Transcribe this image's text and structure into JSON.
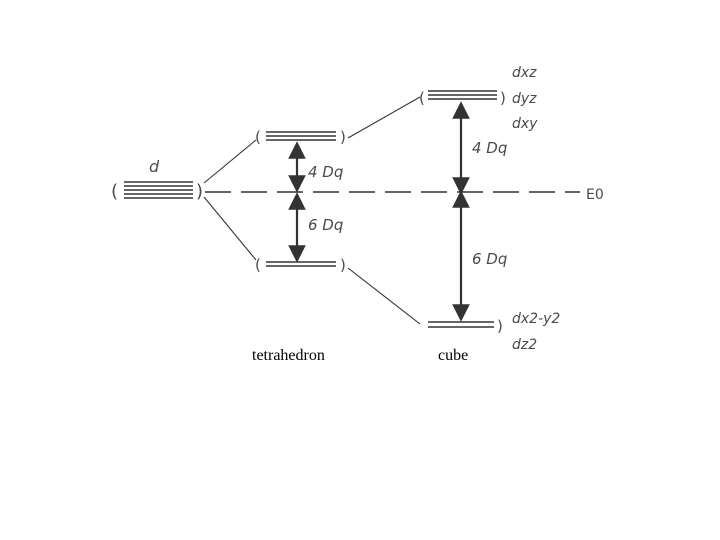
{
  "diagram": {
    "free_ion_label": "d",
    "tetrahedron": {
      "upper_gap": "4 Dq",
      "lower_gap": "6 Dq"
    },
    "cube": {
      "upper_gap": "4 Dq",
      "lower_gap": "6 Dq"
    },
    "baseline_label": "E0",
    "upper_orbitals": [
      "dxz",
      "dyz",
      "dxy"
    ],
    "lower_orbitals": [
      "dx2-y2",
      "dz2"
    ]
  },
  "captions": {
    "tetrahedron": "tetrahedron",
    "cube": "cube"
  },
  "colors": {
    "ink": "#333333",
    "text": "#4a4a4a"
  }
}
